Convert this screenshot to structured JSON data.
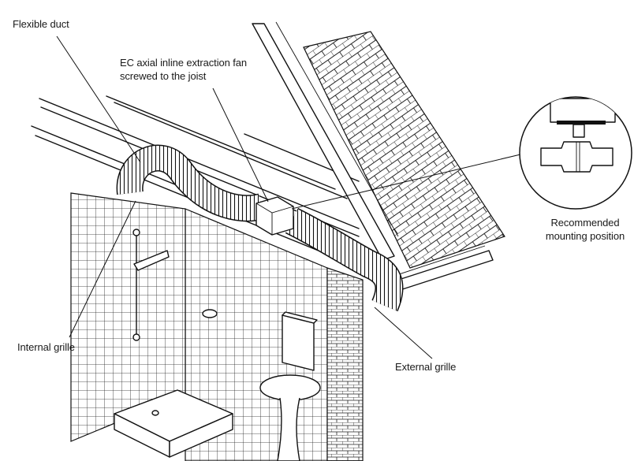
{
  "labels": {
    "flexible_duct": "Flexible duct",
    "fan_line1": "EC axial inline extraction fan",
    "fan_line2": "screwed to the joist",
    "recommended_line1": "Recommended",
    "recommended_line2": "mounting position",
    "internal_grille": "Internal grille",
    "external_grille": "External grille"
  }
}
